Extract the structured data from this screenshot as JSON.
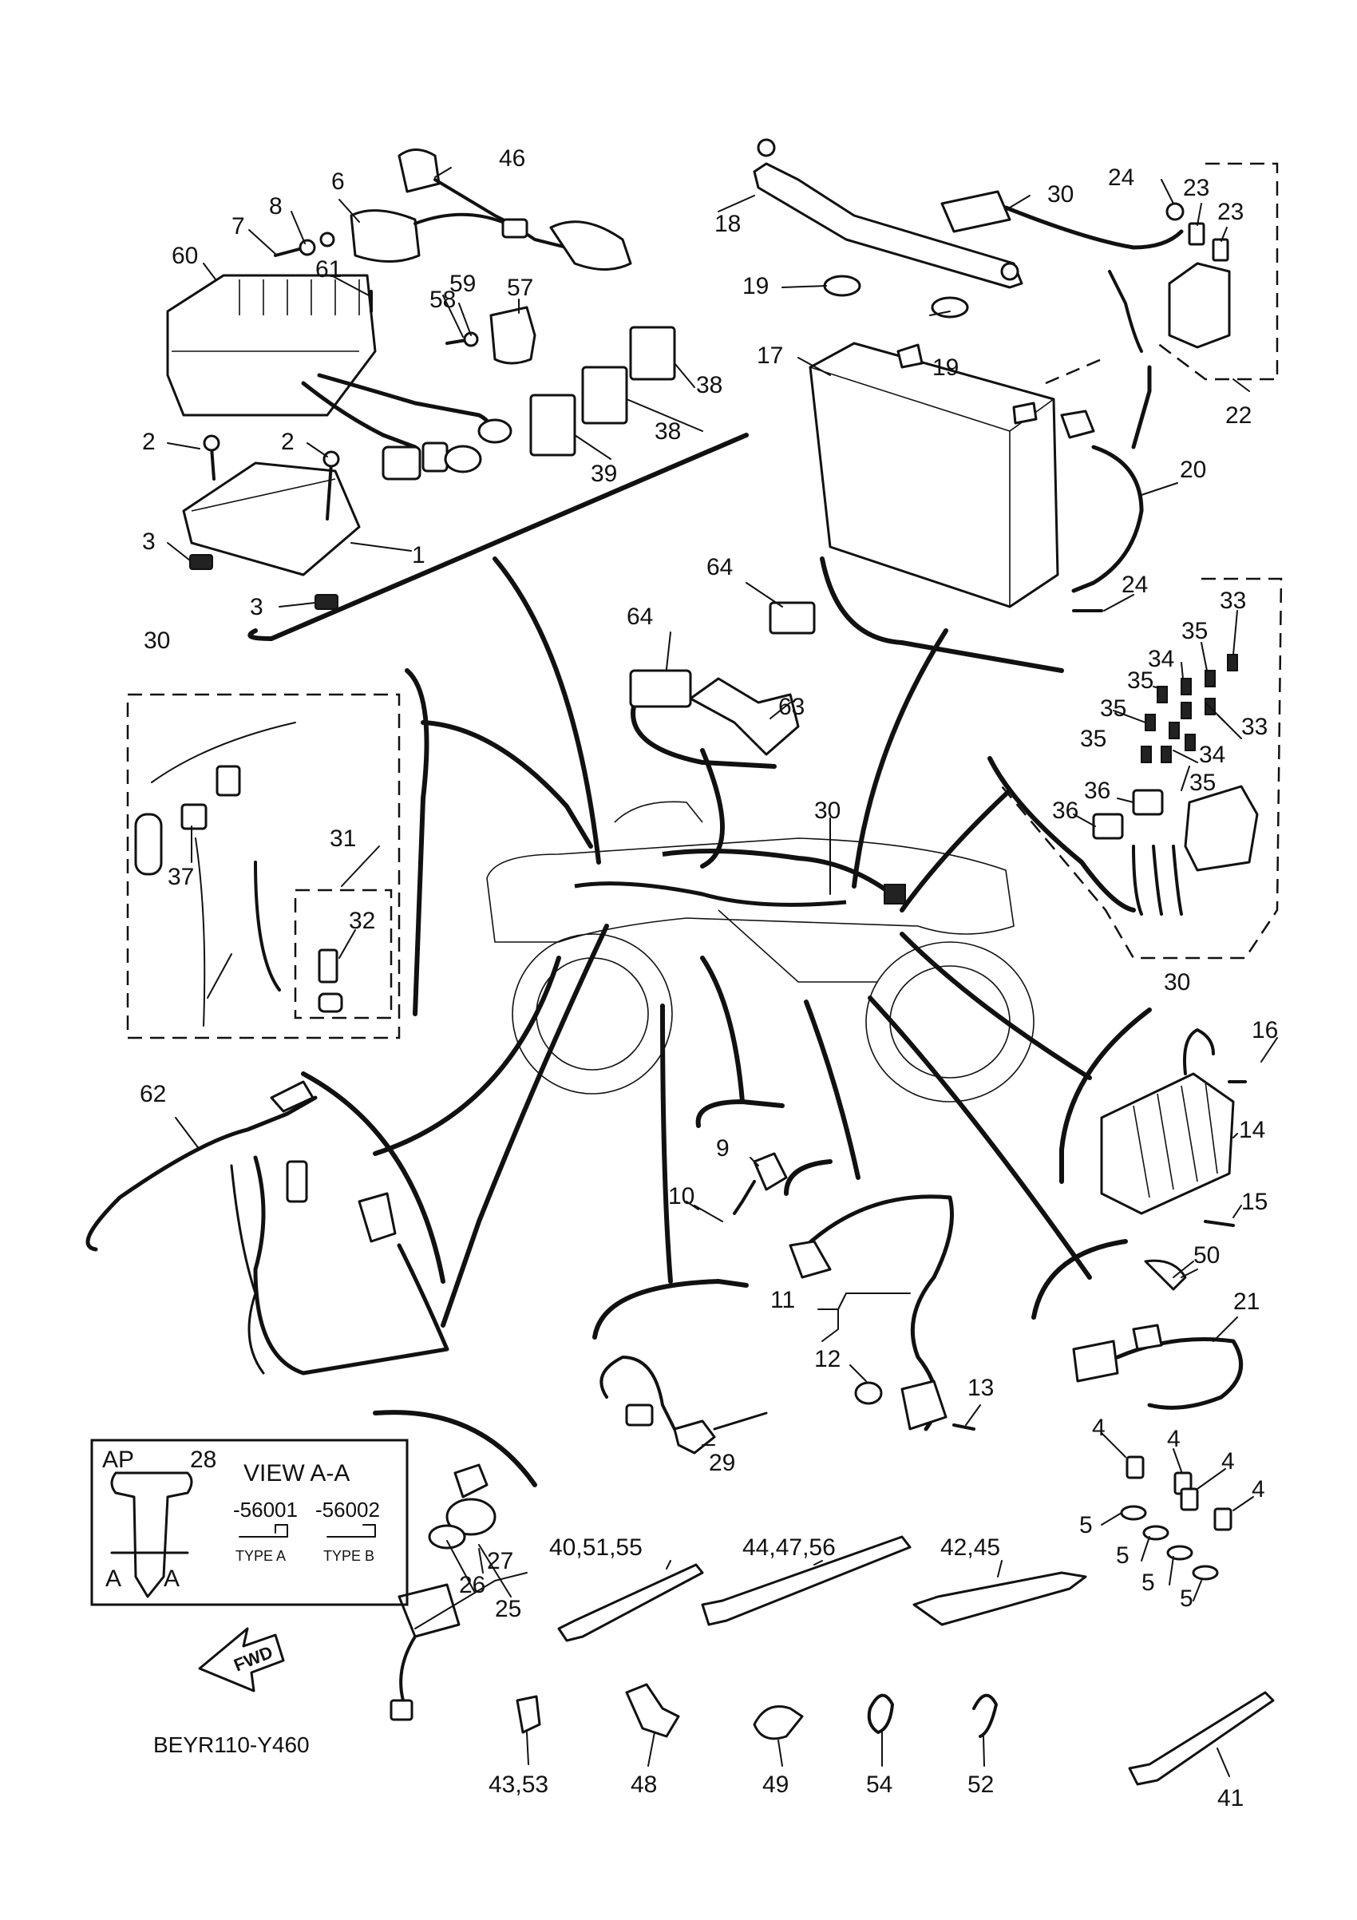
{
  "diagram": {
    "code": "BEYR110-Y460",
    "fwd_label": "FWD",
    "callouts": [
      {
        "id": "c1",
        "text": "1"
      },
      {
        "id": "c2a",
        "text": "2"
      },
      {
        "id": "c2b",
        "text": "2"
      },
      {
        "id": "c3a",
        "text": "3"
      },
      {
        "id": "c3b",
        "text": "3"
      },
      {
        "id": "c4a",
        "text": "4"
      },
      {
        "id": "c4b",
        "text": "4"
      },
      {
        "id": "c4c",
        "text": "4"
      },
      {
        "id": "c4d",
        "text": "4"
      },
      {
        "id": "c5a",
        "text": "5"
      },
      {
        "id": "c5b",
        "text": "5"
      },
      {
        "id": "c5c",
        "text": "5"
      },
      {
        "id": "c5d",
        "text": "5"
      },
      {
        "id": "c6",
        "text": "6"
      },
      {
        "id": "c7",
        "text": "7"
      },
      {
        "id": "c8",
        "text": "8"
      },
      {
        "id": "c9",
        "text": "9"
      },
      {
        "id": "c10",
        "text": "10"
      },
      {
        "id": "c11",
        "text": "11"
      },
      {
        "id": "c12",
        "text": "12"
      },
      {
        "id": "c13",
        "text": "13"
      },
      {
        "id": "c14",
        "text": "14"
      },
      {
        "id": "c15",
        "text": "15"
      },
      {
        "id": "c16",
        "text": "16"
      },
      {
        "id": "c17",
        "text": "17"
      },
      {
        "id": "c18",
        "text": "18"
      },
      {
        "id": "c19a",
        "text": "19"
      },
      {
        "id": "c19b",
        "text": "19"
      },
      {
        "id": "c20",
        "text": "20"
      },
      {
        "id": "c21",
        "text": "21"
      },
      {
        "id": "c22",
        "text": "22"
      },
      {
        "id": "c23a",
        "text": "23"
      },
      {
        "id": "c23b",
        "text": "23"
      },
      {
        "id": "c24a",
        "text": "24"
      },
      {
        "id": "c24b",
        "text": "24"
      },
      {
        "id": "c25",
        "text": "25"
      },
      {
        "id": "c26",
        "text": "26"
      },
      {
        "id": "c27",
        "text": "27"
      },
      {
        "id": "c28",
        "text": "28"
      },
      {
        "id": "c29",
        "text": "29"
      },
      {
        "id": "c30a",
        "text": "30"
      },
      {
        "id": "c30b",
        "text": "30"
      },
      {
        "id": "c30c",
        "text": "30"
      },
      {
        "id": "c30d",
        "text": "30"
      },
      {
        "id": "c31",
        "text": "31"
      },
      {
        "id": "c32",
        "text": "32"
      },
      {
        "id": "c33a",
        "text": "33"
      },
      {
        "id": "c33b",
        "text": "33"
      },
      {
        "id": "c34a",
        "text": "34"
      },
      {
        "id": "c34b",
        "text": "34"
      },
      {
        "id": "c35a",
        "text": "35"
      },
      {
        "id": "c35b",
        "text": "35"
      },
      {
        "id": "c35c",
        "text": "35"
      },
      {
        "id": "c35d",
        "text": "35"
      },
      {
        "id": "c35e",
        "text": "35"
      },
      {
        "id": "c36a",
        "text": "36"
      },
      {
        "id": "c36b",
        "text": "36"
      },
      {
        "id": "c37",
        "text": "37"
      },
      {
        "id": "c38a",
        "text": "38"
      },
      {
        "id": "c38b",
        "text": "38"
      },
      {
        "id": "c39",
        "text": "39"
      },
      {
        "id": "c40",
        "text": "40,51,55"
      },
      {
        "id": "c41",
        "text": "41"
      },
      {
        "id": "c42",
        "text": "42,45"
      },
      {
        "id": "c43",
        "text": "43,53"
      },
      {
        "id": "c44",
        "text": "44,47,56"
      },
      {
        "id": "c46",
        "text": "46"
      },
      {
        "id": "c48",
        "text": "48"
      },
      {
        "id": "c49",
        "text": "49"
      },
      {
        "id": "c50",
        "text": "50"
      },
      {
        "id": "c52",
        "text": "52"
      },
      {
        "id": "c54",
        "text": "54"
      },
      {
        "id": "c57",
        "text": "57"
      },
      {
        "id": "c58",
        "text": "58"
      },
      {
        "id": "c59",
        "text": "59"
      },
      {
        "id": "c60",
        "text": "60"
      },
      {
        "id": "c61",
        "text": "61"
      },
      {
        "id": "c62",
        "text": "62"
      },
      {
        "id": "c63",
        "text": "63"
      },
      {
        "id": "c64a",
        "text": "64"
      },
      {
        "id": "c64b",
        "text": "64"
      }
    ]
  },
  "key_box": {
    "prefix": "AP",
    "part": "28",
    "view": "VIEW A-A",
    "code_a": "-56001",
    "code_b": "-56002",
    "type_a": "TYPE A",
    "type_b": "TYPE B",
    "section_mark": "A"
  }
}
